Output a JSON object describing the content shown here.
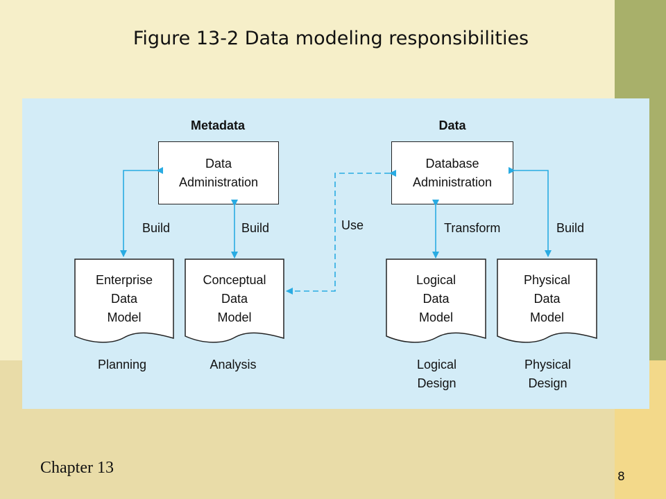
{
  "slide": {
    "title": "Figure 13-2 Data modeling responsibilities",
    "footer": "Chapter 13",
    "page_number": "8"
  },
  "diagram": {
    "headings": {
      "metadata": "Metadata",
      "data": "Data"
    },
    "boxes": {
      "data_admin": [
        "Data",
        "Administration"
      ],
      "db_admin": [
        "Database",
        "Administration"
      ]
    },
    "documents": {
      "enterprise": [
        "Enterprise",
        "Data",
        "Model"
      ],
      "conceptual": [
        "Conceptual",
        "Data",
        "Model"
      ],
      "logical": [
        "Logical",
        "Data",
        "Model"
      ],
      "physical": [
        "Physical",
        "Data",
        "Model"
      ]
    },
    "edge_labels": {
      "build_left": "Build",
      "build_mid": "Build",
      "use": "Use",
      "transform": "Transform",
      "build_right": "Build"
    },
    "captions": {
      "planning": [
        "Planning"
      ],
      "analysis": [
        "Analysis"
      ],
      "logical_design": [
        "Logical",
        "Design"
      ],
      "physical_design": [
        "Physical",
        "Design"
      ]
    }
  },
  "colors": {
    "panel": "#d3ecf7",
    "arrow": "#29abe2",
    "slide_bg": "#f6efc9",
    "sidebar": "#a8b06a"
  }
}
